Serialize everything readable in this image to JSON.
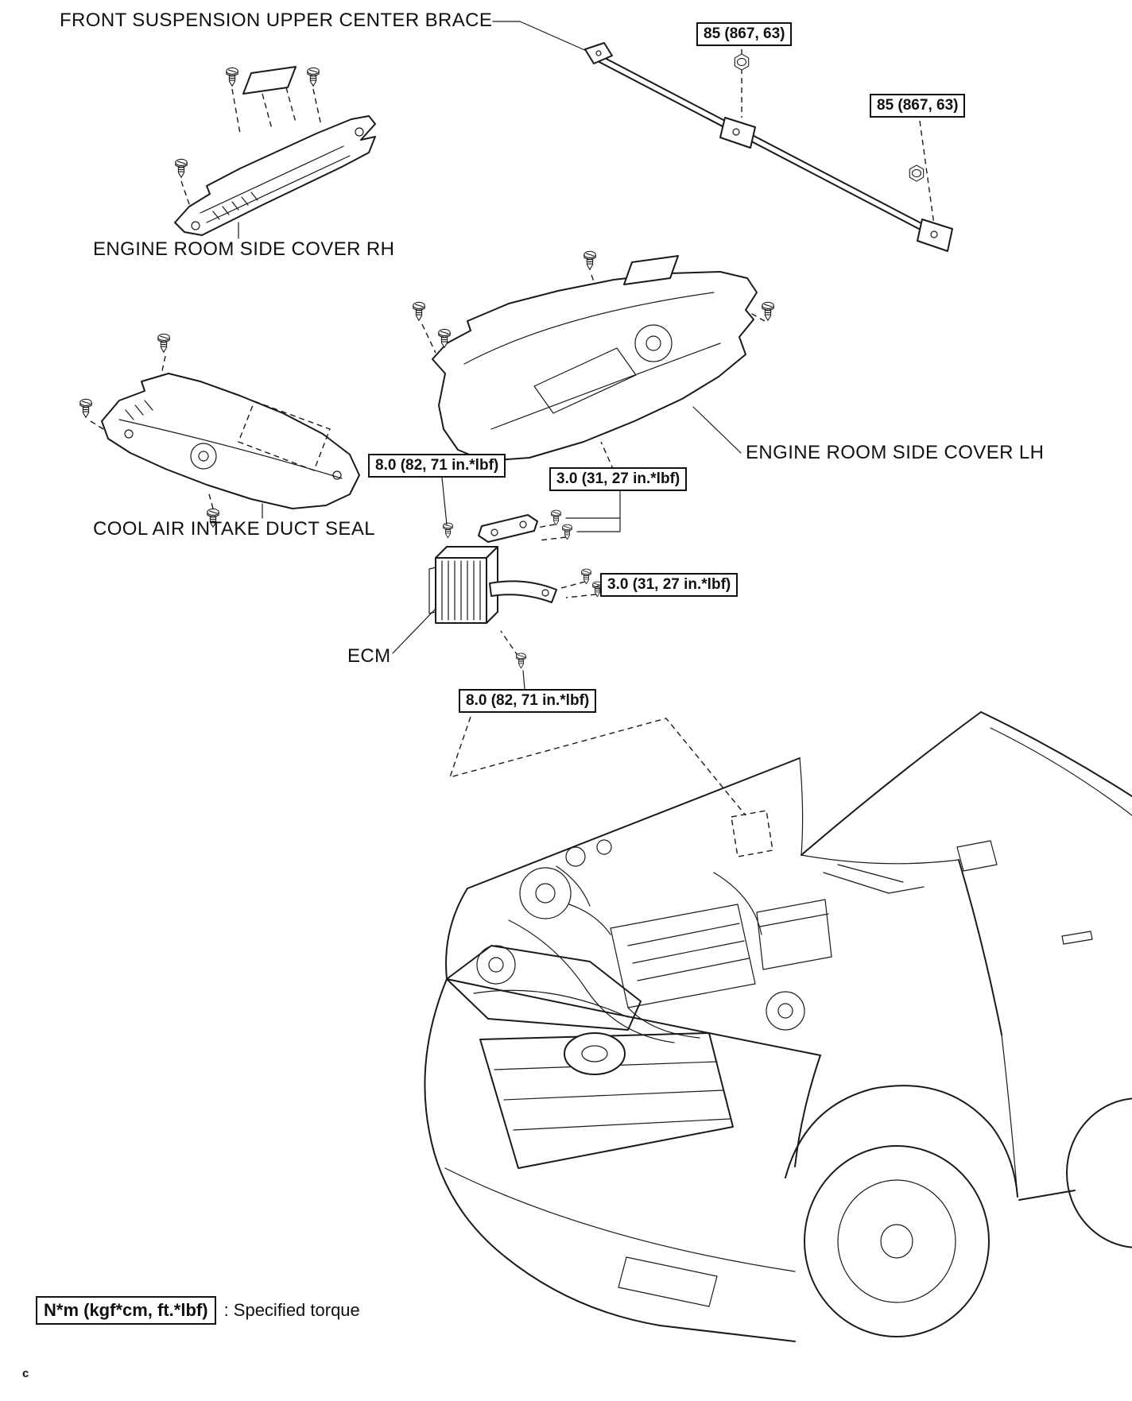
{
  "page": {
    "corner_mark": "c",
    "background": "#ffffff",
    "line_color": "#1a1a1a"
  },
  "labels": {
    "brace": "FRONT SUSPENSION UPPER CENTER BRACE",
    "cover_rh": "ENGINE ROOM SIDE COVER RH",
    "cover_lh": "ENGINE ROOM SIDE COVER LH",
    "duct_seal": "COOL AIR INTAKE DUCT SEAL",
    "ecm": "ECM"
  },
  "torque_specs": {
    "brace_left": "85 (867, 63)",
    "brace_right": "85 (867, 63)",
    "ecm_bracket_bolt_upper": "8.0 (82, 71 in.*lbf)",
    "ecm_nut_upper": "3.0 (31, 27 in.*lbf)",
    "ecm_nut_lower": "3.0 (31, 27 in.*lbf)",
    "ecm_bracket_bolt_lower": "8.0 (82, 71 in.*lbf)"
  },
  "legend": {
    "symbol": "N*m (kgf*cm, ft.*lbf)",
    "description": ": Specified torque"
  },
  "icons": {
    "bolt": "bolt-icon",
    "nut": "nut-icon"
  }
}
